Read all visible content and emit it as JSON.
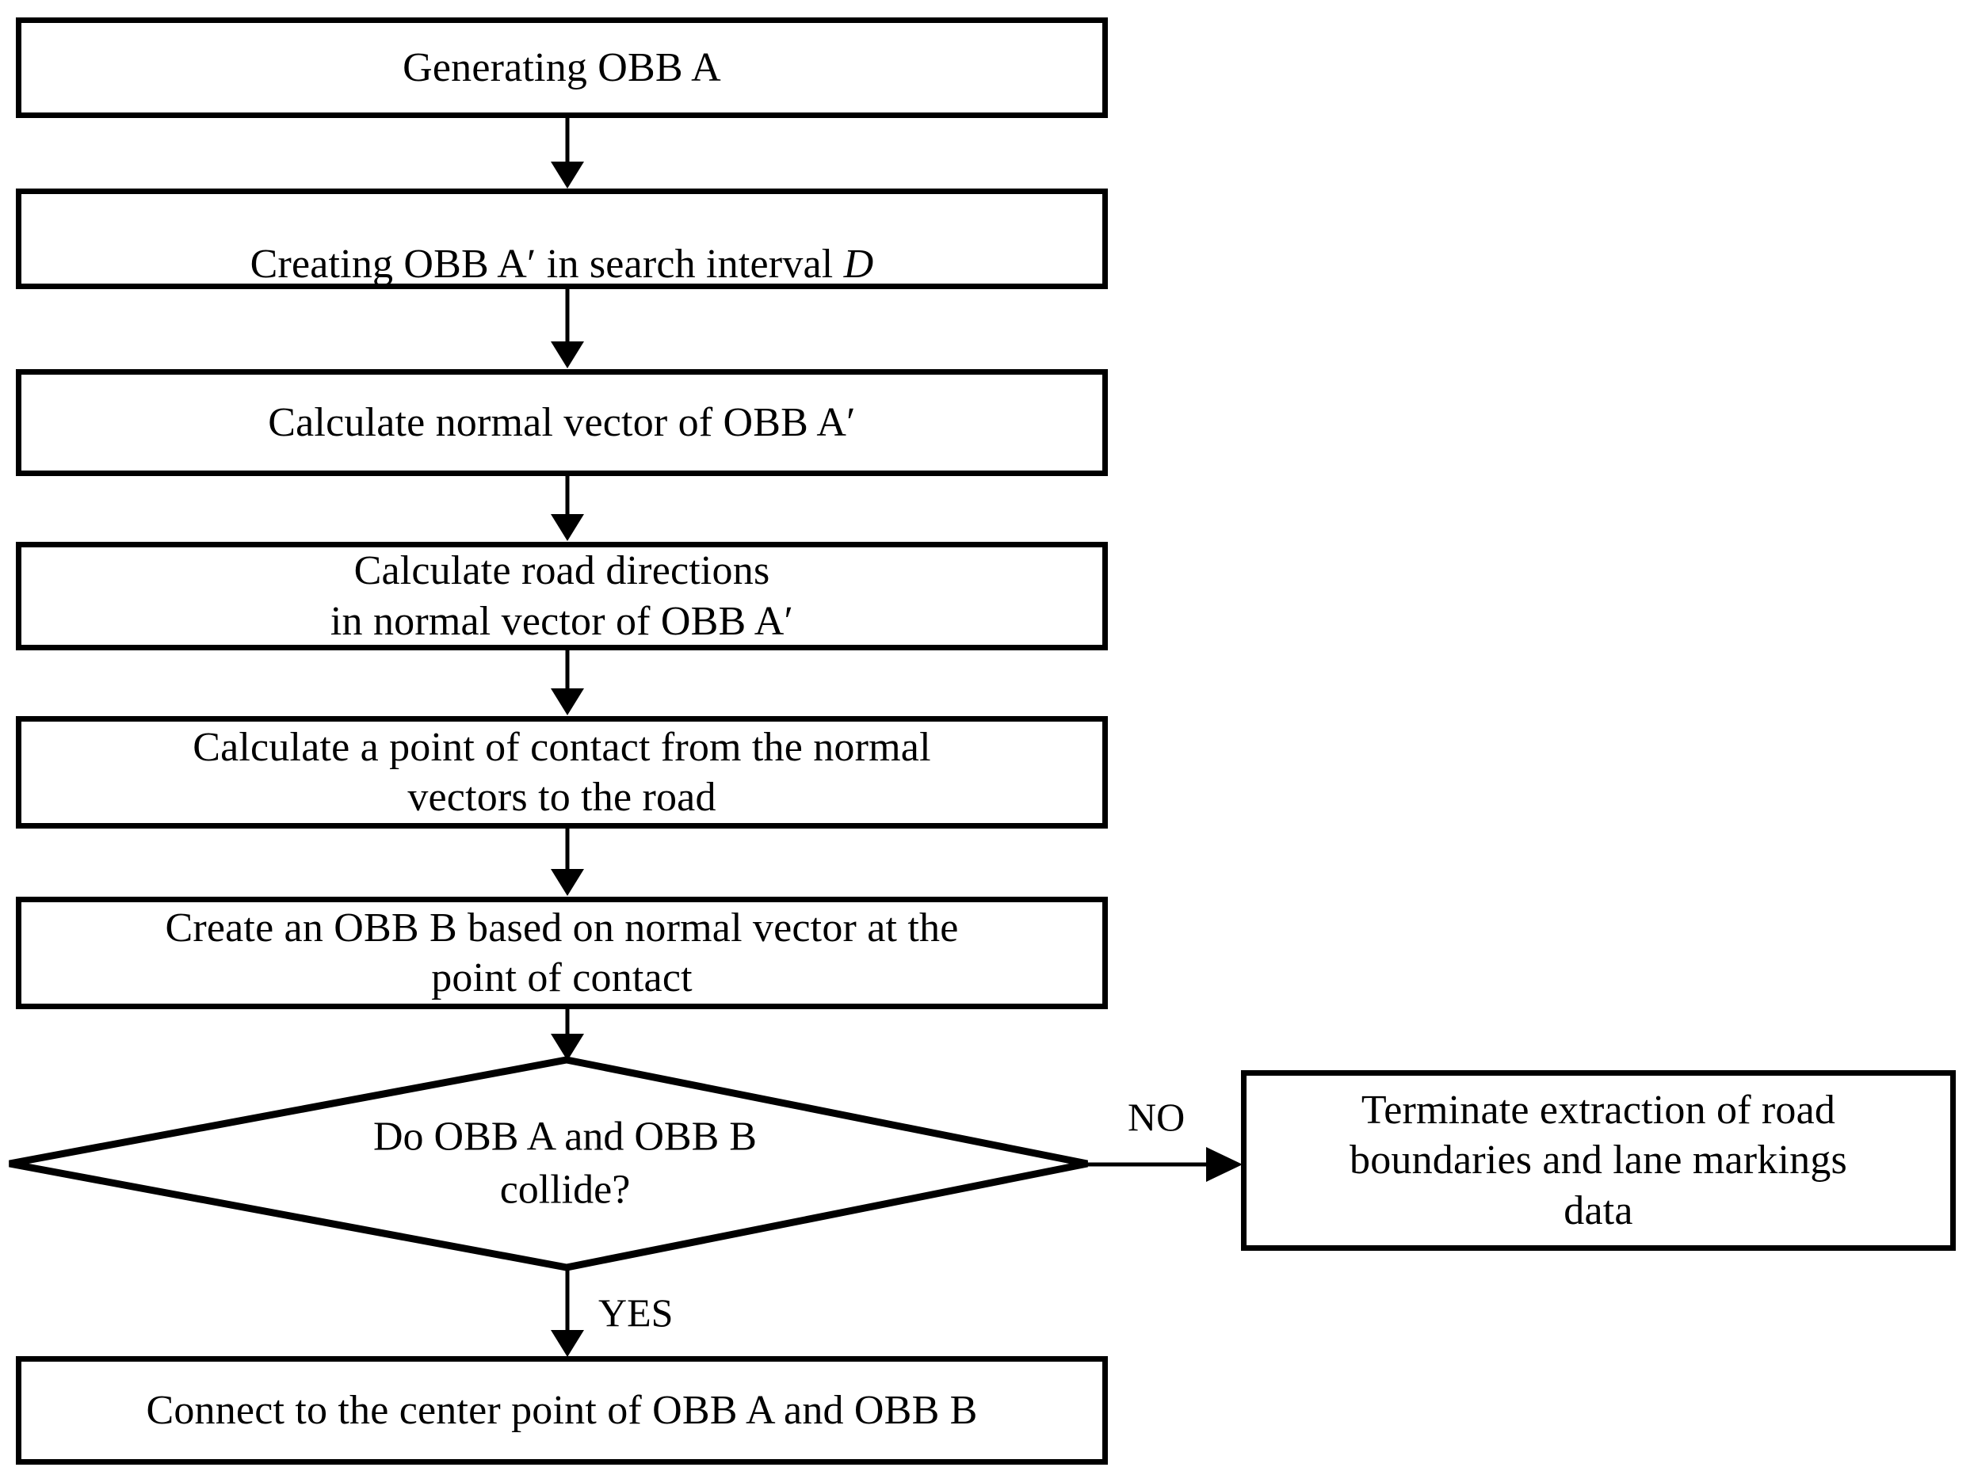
{
  "diagram": {
    "type": "flowchart",
    "title": "OBB collision-based road boundary extraction flow",
    "colors": {
      "stroke": "#000000",
      "fill": "#ffffff",
      "text": "#000000"
    },
    "nodes": [
      {
        "id": "generate-obb-a",
        "shape": "process",
        "text": "Generating OBB A"
      },
      {
        "id": "create-obb-a-prime",
        "shape": "process",
        "text_before_italic": "Creating OBB A′ in search interval ",
        "italic": "D",
        "text_after_italic": ""
      },
      {
        "id": "calculate-normal-vector",
        "shape": "process",
        "text": "Calculate normal vector of OBB A′"
      },
      {
        "id": "calculate-road-directions",
        "shape": "process",
        "text": "Calculate road directions\nin normal vector of OBB A′"
      },
      {
        "id": "calculate-point-of-contact",
        "shape": "process",
        "text": "Calculate a point of contact from the normal\nvectors to the road"
      },
      {
        "id": "create-obb-b",
        "shape": "process",
        "text": "Create an OBB B based on normal vector at the\npoint of contact"
      },
      {
        "id": "collision-decision",
        "shape": "decision",
        "text": "Do OBB A and OBB B\ncollide?"
      },
      {
        "id": "terminate-extraction",
        "shape": "process",
        "text": "Terminate extraction of road\nboundaries and lane markings\ndata"
      },
      {
        "id": "connect-center-points",
        "shape": "process",
        "text": "Connect to the center point of OBB A and OBB B"
      }
    ],
    "edges": [
      {
        "id": "e1",
        "from": "generate-obb-a",
        "to": "create-obb-a-prime",
        "label": ""
      },
      {
        "id": "e2",
        "from": "create-obb-a-prime",
        "to": "calculate-normal-vector",
        "label": ""
      },
      {
        "id": "e3",
        "from": "calculate-normal-vector",
        "to": "calculate-road-directions",
        "label": ""
      },
      {
        "id": "e4",
        "from": "calculate-road-directions",
        "to": "calculate-point-of-contact",
        "label": ""
      },
      {
        "id": "e5",
        "from": "calculate-point-of-contact",
        "to": "create-obb-b",
        "label": ""
      },
      {
        "id": "e6",
        "from": "create-obb-b",
        "to": "collision-decision",
        "label": ""
      },
      {
        "id": "e7",
        "from": "collision-decision",
        "to": "terminate-extraction",
        "label": "NO"
      },
      {
        "id": "e8",
        "from": "collision-decision",
        "to": "connect-center-points",
        "label": "YES"
      }
    ],
    "edge_labels": {
      "no": "NO",
      "yes": "YES"
    }
  }
}
